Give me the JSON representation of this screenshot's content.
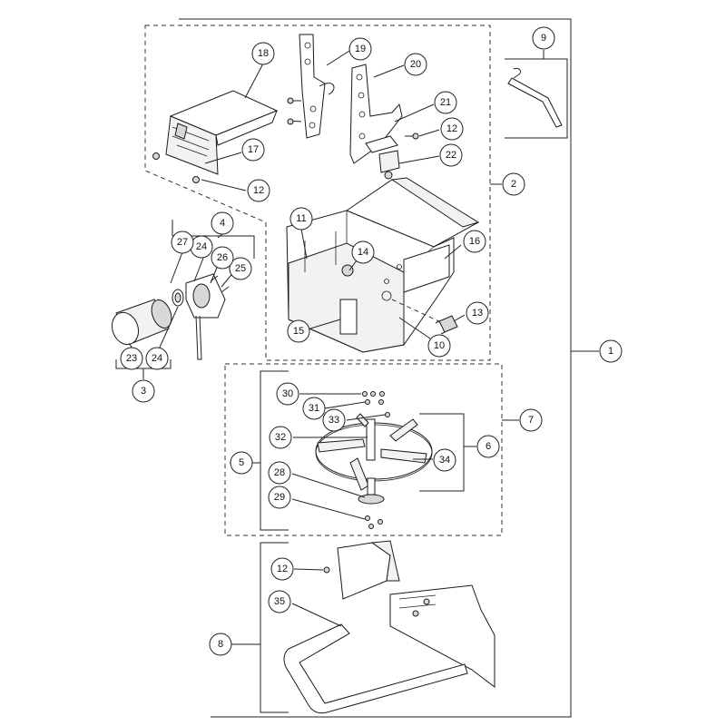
{
  "callouts": {
    "c1": "1",
    "c2": "2",
    "c3": "3",
    "c4": "4",
    "c5": "5",
    "c6": "6",
    "c7": "7",
    "c8": "8",
    "c9": "9",
    "c10": "10",
    "c11": "11",
    "c12a": "12",
    "c12b": "12",
    "c12c": "12",
    "c13": "13",
    "c14": "14",
    "c15": "15",
    "c16": "16",
    "c17": "17",
    "c18": "18",
    "c19": "19",
    "c20": "20",
    "c21": "21",
    "c22": "22",
    "c23": "23",
    "c24a": "24",
    "c24b": "24",
    "c25": "25",
    "c26": "26",
    "c27": "27",
    "c28": "28",
    "c29": "29",
    "c30": "30",
    "c31": "31",
    "c32": "32",
    "c33": "33",
    "c34": "34",
    "c35": "35"
  }
}
